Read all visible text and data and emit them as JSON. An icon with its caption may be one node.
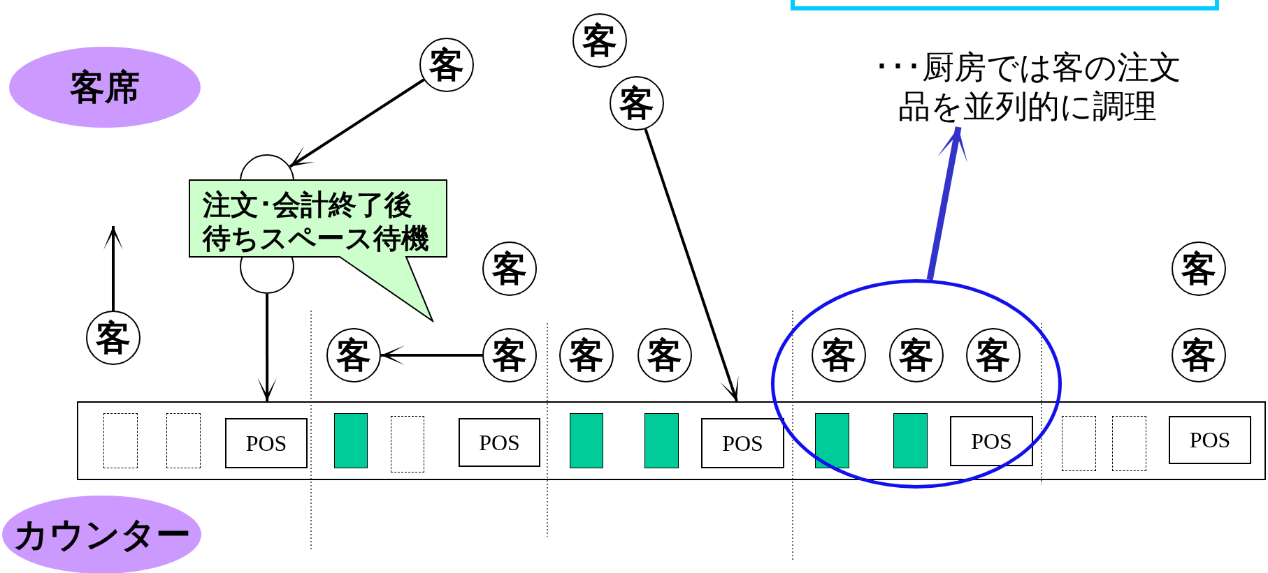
{
  "diagram": {
    "nodes": [
      {
        "text": [
          "客席"
        ]
      },
      {
        "text": [
          "客"
        ]
      },
      {
        "text": [
          "客"
        ]
      },
      {
        "text": [
          "客"
        ]
      },
      {
        "text": [
          "･･･厨房では客の注文品を並列的に調理"
        ]
      },
      {
        "text": [],
        "shape": "circle"
      },
      {
        "text": [
          "注文･会計終了後待ちスペース待機"
        ]
      },
      {
        "text": [
          "客"
        ]
      },
      {
        "text": [
          "客"
        ]
      },
      {
        "text": [],
        "shape": "circle"
      },
      {
        "text": [],
        "shape": "ellipse"
      },
      {
        "text": [
          "客"
        ]
      },
      {
        "text": [
          "客"
        ]
      },
      {
        "text": [
          "客"
        ]
      },
      {
        "text": [
          "客"
        ]
      },
      {
        "text": [
          "客"
        ]
      },
      {
        "text": [
          "客"
        ],
        "in": 10
      },
      {
        "text": [
          "客"
        ],
        "in": 10
      },
      {
        "text": [
          "客"
        ],
        "in": 10
      },
      {
        "text": [
          "客"
        ]
      },
      {
        "text": [],
        "shape": "box"
      },
      {
        "text": [],
        "shape": "box",
        "in": 20
      },
      {
        "text": [],
        "shape": "box",
        "in": 20
      },
      {
        "text": [
          "POS"
        ],
        "in": 20
      },
      {
        "text": [],
        "shape": "box",
        "in": 20
      },
      {
        "text": [],
        "shape": "box",
        "in": 20
      },
      {
        "text": [
          "POS"
        ],
        "in": 20
      },
      {
        "text": [],
        "shape": "box",
        "in": 20
      },
      {
        "text": [],
        "shape": "box",
        "in": 20
      },
      {
        "text": [
          "POS"
        ],
        "in": 20
      },
      {
        "text": [],
        "shape": "box"
      },
      {
        "text": [],
        "shape": "box"
      },
      {
        "text": [
          "POS"
        ]
      },
      {
        "text": [],
        "shape": "box",
        "in": 20
      },
      {
        "text": [],
        "shape": "box",
        "in": 20
      },
      {
        "text": [
          "POS"
        ],
        "in": 20
      },
      {
        "text": [
          "カウンター"
        ]
      }
    ],
    "edges": [
      {
        "from": 1,
        "to": 5,
        "arrow": "to"
      },
      {
        "from": 11,
        "to": null,
        "arrow": "to"
      },
      {
        "from": 9,
        "to": 20,
        "arrow": "to"
      },
      {
        "from": 13,
        "to": 12,
        "arrow": "to"
      },
      {
        "from": 3,
        "to": 20,
        "arrow": "to"
      },
      {
        "from": 10,
        "to": 4,
        "arrow": "to",
        "style": "thick",
        "color": "#3333cc"
      }
    ]
  }
}
